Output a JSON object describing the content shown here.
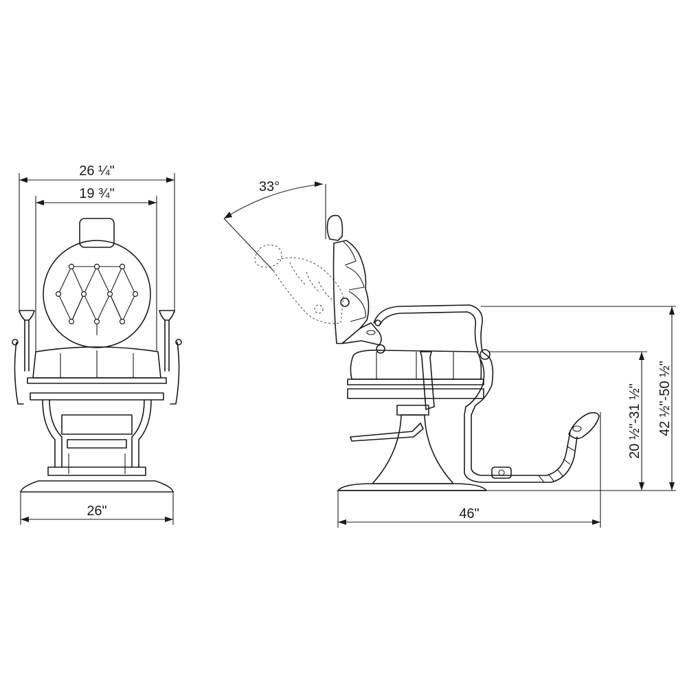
{
  "labels": {
    "overall_width": "26 ¼\"",
    "seat_width": "19 ¾\"",
    "base_width": "26\"",
    "recline_angle": "33°",
    "overall_length": "46\"",
    "seat_height": "20 ½\"-31 ½\"",
    "total_height": "42 ½\"-50 ½\""
  }
}
